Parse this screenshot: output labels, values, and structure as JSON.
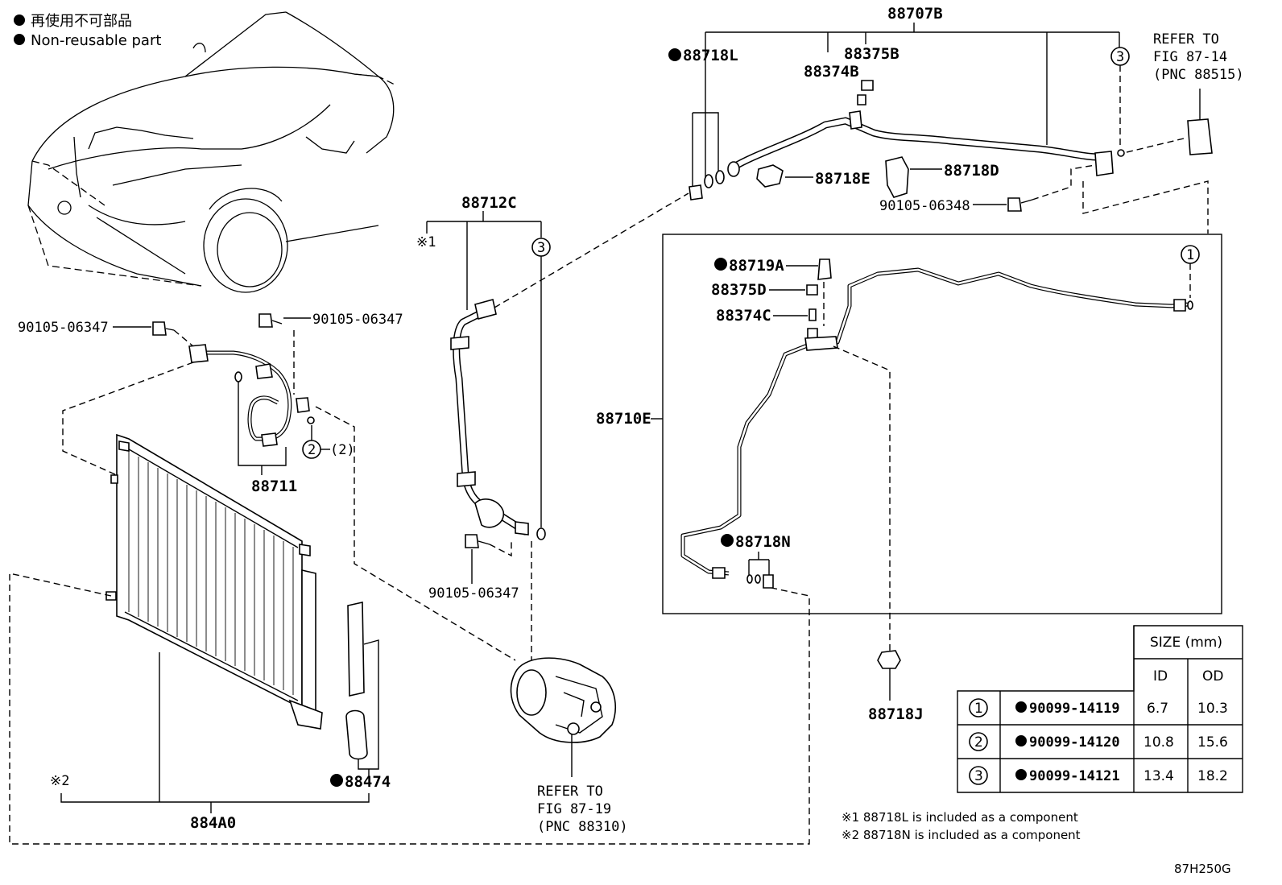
{
  "legend": {
    "line1": "再使用不可部品",
    "line2": "Non-reusable part"
  },
  "labels": {
    "p88707B": "88707B",
    "p88718L": "88718L",
    "p88375B": "88375B",
    "p88374B": "88374B",
    "p88718E": "88718E",
    "p88718D": "88718D",
    "p90105_06348": "90105-06348",
    "refer_top_1": "REFER TO",
    "refer_top_2": "FIG 87-14",
    "refer_top_3": "(PNC 88515)",
    "p88712C": "88712C",
    "note1_mark": "※1",
    "p90105_06347_a": "90105-06347",
    "p90105_06347_b": "90105-06347",
    "p90105_06347_c": "90105-06347",
    "p88711": "88711",
    "circle2_qty": "(2)",
    "p88719A": "88719A",
    "p88375D": "88375D",
    "p88374C": "88374C",
    "p88710E": "88710E",
    "p88718N": "88718N",
    "p88718J": "88718J",
    "p88474": "88474",
    "note2_mark": "※2",
    "p884A0": "884A0",
    "refer_bot_1": "REFER TO",
    "refer_bot_2": "FIG 87-19",
    "refer_bot_3": "(PNC 88310)",
    "circle1": "1",
    "circle2": "2",
    "circle3": "3"
  },
  "size_table": {
    "header": "SIZE (mm)",
    "col_id": "ID",
    "col_od": "OD",
    "rows": [
      {
        "ref": "1",
        "part": "90099-14119",
        "id": "6.7",
        "od": "10.3"
      },
      {
        "ref": "2",
        "part": "90099-14120",
        "id": "10.8",
        "od": "15.6"
      },
      {
        "ref": "3",
        "part": "90099-14121",
        "id": "13.4",
        "od": "18.2"
      }
    ]
  },
  "notes": {
    "n1": "※1 88718L is included as a component",
    "n2": "※2 88718N is included as a component"
  },
  "figure_code": "87H250G"
}
